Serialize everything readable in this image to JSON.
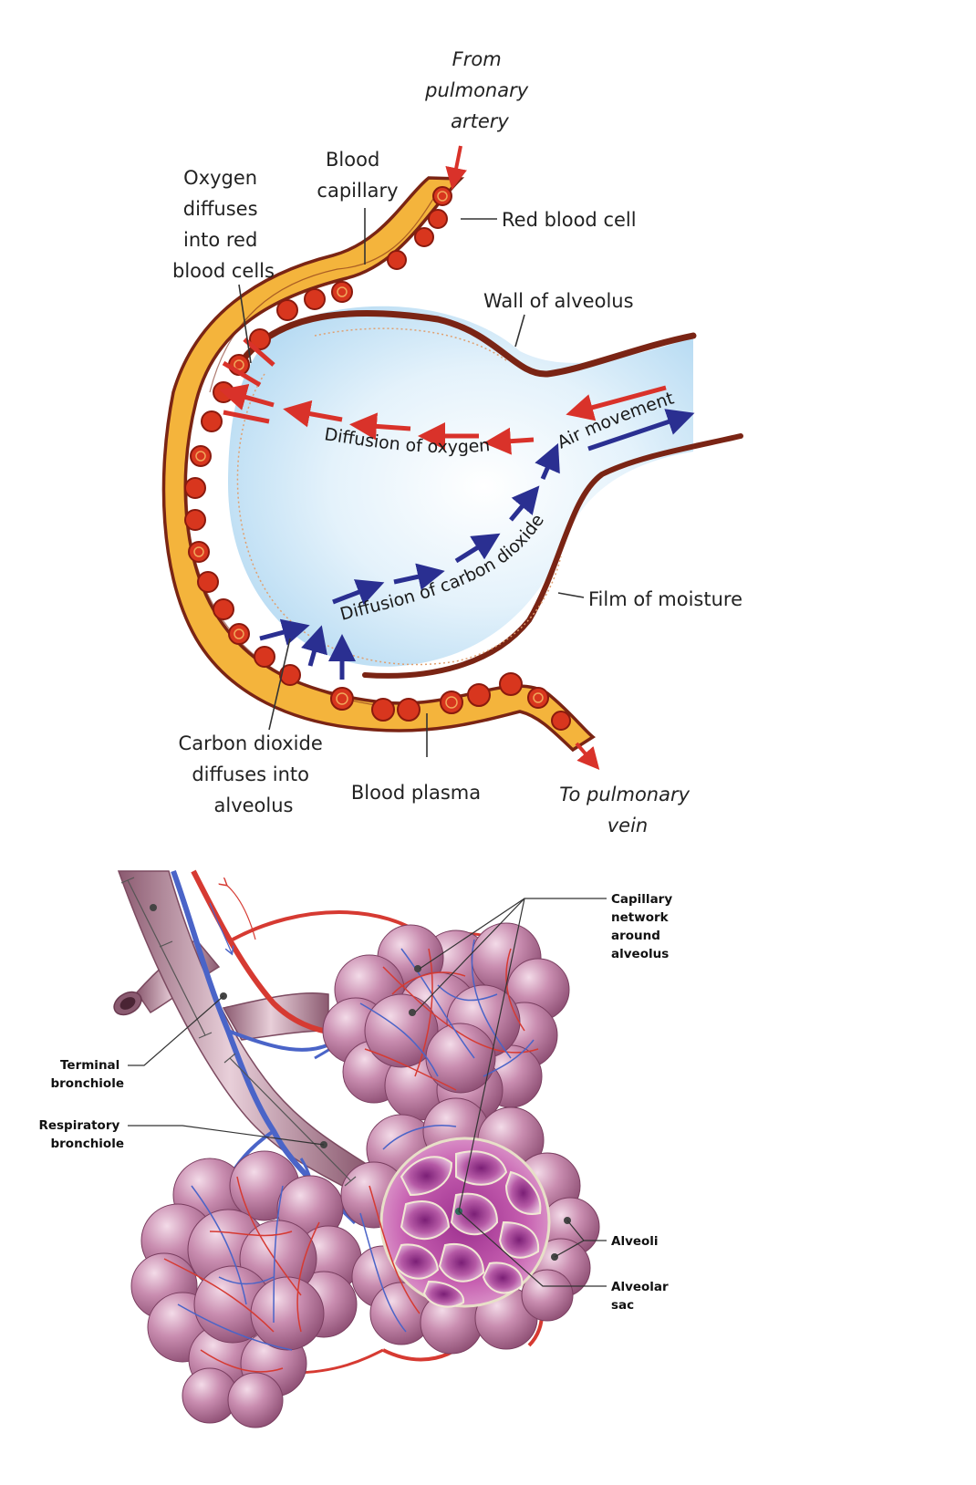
{
  "top_diagram": {
    "from_artery": [
      "From",
      "pulmonary",
      "artery"
    ],
    "blood_capillary": [
      "Blood",
      "capillary"
    ],
    "oxygen_diffuses": [
      "Oxygen",
      "diffuses",
      "into red",
      "blood cells"
    ],
    "red_blood_cell": "Red blood cell",
    "wall_of_alveolus": "Wall of alveolus",
    "diffusion_of_oxygen": "Diffusion of oxygen",
    "air_movement": "Air movement",
    "diffusion_of_co2": "Diffusion of carbon dioxide",
    "film_of_moisture": "Film of moisture",
    "co2_diffuses": [
      "Carbon dioxide",
      "diffuses into",
      "alveolus"
    ],
    "blood_plasma": "Blood plasma",
    "to_vein": [
      "To pulmonary",
      "vein"
    ]
  },
  "bottom_diagram": {
    "capillary_network": [
      "Capillary",
      "network",
      "around",
      "alveolus"
    ],
    "terminal_bronchiole": [
      "Terminal",
      "bronchiole"
    ],
    "respiratory_bronchiole": [
      "Respiratory",
      "bronchiole"
    ],
    "alveoli": "Alveoli",
    "alveolar_sac": [
      "Alveolar",
      "sac"
    ]
  },
  "colors": {
    "capillary_fill": "#f4b43c",
    "capillary_edge": "#7a2414",
    "red_cell": "#d8361e",
    "oxygen_arrow": "#d9322a",
    "co2_arrow": "#2a2f91",
    "alveolus_fill": "#dbeefa",
    "alveoli_sphere": "#b56b95",
    "artery": "#d63a32",
    "vein": "#4a64c8",
    "bronchiole": "#b58498"
  }
}
